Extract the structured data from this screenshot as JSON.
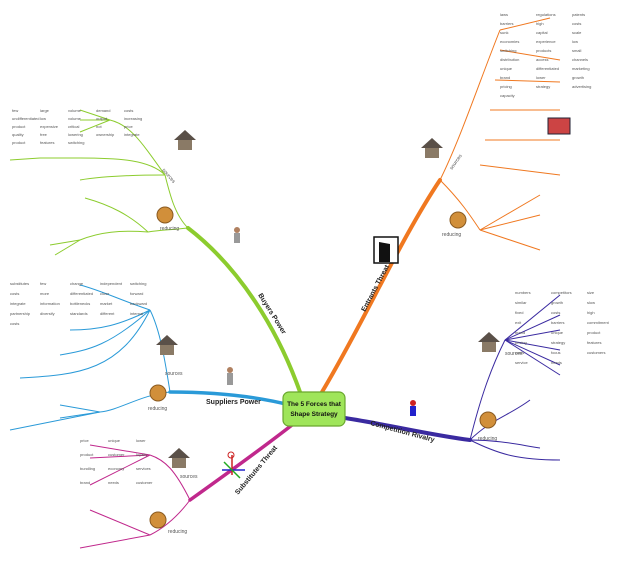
{
  "center": {
    "title": "The 5 Forces that Shape Strategy",
    "line1": "The 5 Forces that",
    "line2": "Shape Strategy"
  },
  "colors": {
    "buyers": "#8ccc2e",
    "suppliers": "#2a9ad8",
    "substitutes": "#c0288c",
    "entrants": "#f07820",
    "competition": "#3a2aa0"
  },
  "branches": {
    "buyers": {
      "label": "Buyers Power",
      "sources": "sources",
      "reducing": "reducing",
      "words": [
        "few",
        "large",
        "volume",
        "demand",
        "costs",
        "undifferentiated",
        "low",
        "volume",
        "output",
        "increasing",
        "product",
        "expensive",
        "critical",
        "not",
        "price",
        "quality",
        "free",
        "lowering",
        "ownership",
        "integrate",
        "product",
        "features",
        "switching"
      ]
    },
    "suppliers": {
      "label": "Suppliers Power",
      "sources": "sources",
      "reducing": "reducing",
      "words": [
        "substitutes",
        "few",
        "change",
        "independent",
        "switching",
        "costs",
        "more",
        "differentiated",
        "close",
        "forward",
        "integrate",
        "information",
        "bottlenecks",
        "market",
        "backward",
        "partnership",
        "diversify",
        "standards",
        "different",
        "internal",
        "costs"
      ]
    },
    "substitutes": {
      "label": "Substitutes Threat",
      "sources": "sources",
      "reducing": "reducing",
      "words": [
        "price",
        "unique",
        "lower",
        "product",
        "customer",
        "loyalty",
        "bundling",
        "economy",
        "services",
        "brand",
        "needs",
        "customer"
      ]
    },
    "entrants": {
      "label": "Entrants Threat",
      "sources": "sources",
      "reducing": "reducing",
      "words": [
        "laws",
        "regulations",
        "patents",
        "barriers",
        "high",
        "costs",
        "sunk",
        "capital",
        "scale",
        "economies",
        "experience",
        "low",
        "switching",
        "products",
        "small",
        "distribution",
        "access",
        "channels",
        "unique",
        "differentiated",
        "marketing",
        "brand",
        "lower",
        "growth",
        "pricing",
        "strategy",
        "advertising",
        "capacity"
      ]
    },
    "competition": {
      "label": "Competition Rivalry",
      "sources": "sources",
      "reducing": "reducing",
      "words": [
        "numbers",
        "competitors",
        "size",
        "similar",
        "growth",
        "slow",
        "fixed",
        "costs",
        "high",
        "exit",
        "barriers",
        "commitment",
        "brand",
        "unique",
        "product",
        "pricing",
        "strategy",
        "features",
        "costs",
        "focus",
        "customers",
        "service",
        "needs"
      ]
    }
  }
}
